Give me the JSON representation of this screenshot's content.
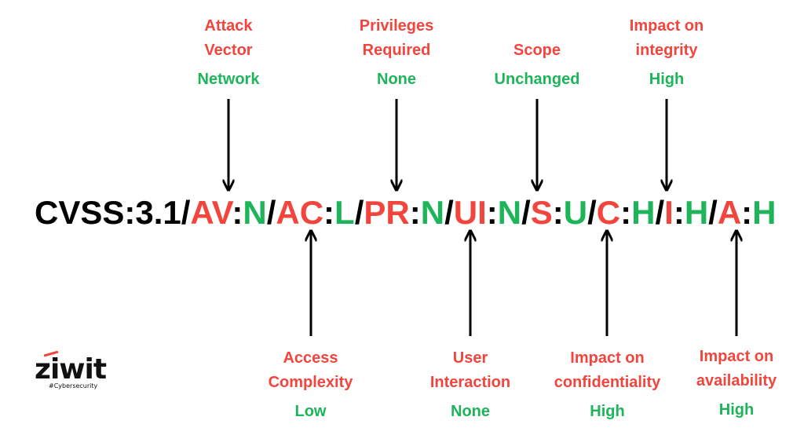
{
  "vector": {
    "prefix": "CVSS:3.1",
    "parts": [
      {
        "key": "AV",
        "value": "N"
      },
      {
        "key": "AC",
        "value": "L"
      },
      {
        "key": "PR",
        "value": "N"
      },
      {
        "key": "UI",
        "value": "N"
      },
      {
        "key": "S",
        "value": "U"
      },
      {
        "key": "C",
        "value": "H"
      },
      {
        "key": "I",
        "value": "H"
      },
      {
        "key": "A",
        "value": "H"
      }
    ]
  },
  "top_labels": [
    {
      "name_line1": "Attack",
      "name_line2": "Vector",
      "value": "Network"
    },
    {
      "name_line1": "Privileges",
      "name_line2": "Required",
      "value": "None"
    },
    {
      "name_line1": "",
      "name_line2": "Scope",
      "value": "Unchanged"
    },
    {
      "name_line1": "Impact on",
      "name_line2": "integrity",
      "value": "High"
    }
  ],
  "bottom_labels": [
    {
      "name_line1": "Access",
      "name_line2": "Complexity",
      "value": "Low"
    },
    {
      "name_line1": "User",
      "name_line2": "Interaction",
      "value": "None"
    },
    {
      "name_line1": "Impact on",
      "name_line2": "confidentiality",
      "value": "High"
    },
    {
      "name_line1": "Impact on",
      "name_line2": "availability",
      "value": "High"
    }
  ],
  "logo": {
    "word": "ziwit",
    "tagline": "#Cybersecurity"
  },
  "colors": {
    "key": "#f2453d",
    "value": "#1eb45a",
    "text": "#000000"
  }
}
